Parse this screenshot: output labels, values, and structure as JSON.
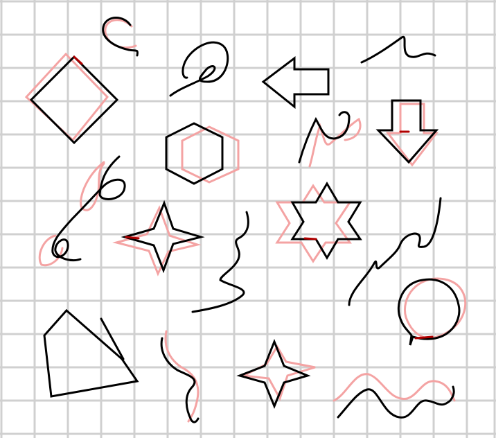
{
  "canvas": {
    "background": "#ffffff",
    "grid_color": "#d0d0d0",
    "stroke_color": "#000000",
    "ghost_color": "#f4a3a3",
    "overlap_color": "#b00000"
  },
  "shapes": [
    {
      "name": "diamond-square",
      "kind": "polygon",
      "ghost": true
    },
    {
      "name": "hexagon",
      "kind": "polygon",
      "ghost": true
    },
    {
      "name": "left-arrow",
      "kind": "polygon",
      "ghost": false
    },
    {
      "name": "down-arrow",
      "kind": "polygon",
      "ghost": true
    },
    {
      "name": "four-point-star-left",
      "kind": "polygon",
      "ghost": true
    },
    {
      "name": "six-point-star",
      "kind": "polygon",
      "ghost": true
    },
    {
      "name": "speech-bubble",
      "kind": "path",
      "ghost": true
    },
    {
      "name": "pentagon-irregular",
      "kind": "polygon",
      "ghost": false
    },
    {
      "name": "four-point-star-bottom",
      "kind": "polygon",
      "ghost": true
    }
  ],
  "scribbles": [
    {
      "name": "scribble-c-hook",
      "ghost": true
    },
    {
      "name": "scribble-loop-top",
      "ghost": false
    },
    {
      "name": "scribble-zigzag-top-right",
      "ghost": false
    },
    {
      "name": "scribble-m-wave",
      "ghost": true
    },
    {
      "name": "scribble-looped-tail",
      "ghost": true
    },
    {
      "name": "scribble-s-curve",
      "ghost": false
    },
    {
      "name": "scribble-rising-diagonal",
      "ghost": false
    },
    {
      "name": "scribble-hook-bottom",
      "ghost": true
    },
    {
      "name": "scribble-wave-bottom",
      "ghost": true
    }
  ]
}
